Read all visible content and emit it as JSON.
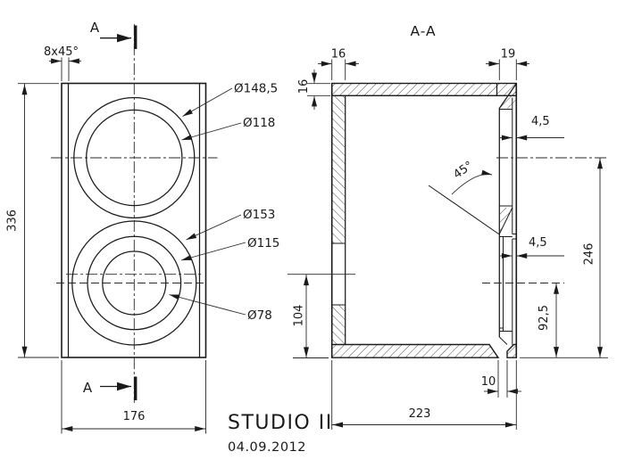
{
  "title_block": {
    "title": "STUDIO II",
    "date": "04.09.2012"
  },
  "section": {
    "label": "A-A"
  },
  "cut": {
    "letter": "A"
  },
  "front": {
    "chamfer": "8x45°",
    "height": "336",
    "width": "176",
    "dia": [
      "Ø148,5",
      "Ø118",
      "Ø153",
      "Ø115",
      "Ø78"
    ]
  },
  "sec": {
    "wall_rear": "16",
    "wall_front": "19",
    "wall_top": "16",
    "recess1": "4,5",
    "recess2": "4,5",
    "angle": "45°",
    "h_woofer": "104",
    "h_port": "92,5",
    "h_inner": "246",
    "port": "10",
    "depth": "223"
  },
  "colors": {
    "ink": "#1a1a1a",
    "bg": "#ffffff"
  }
}
